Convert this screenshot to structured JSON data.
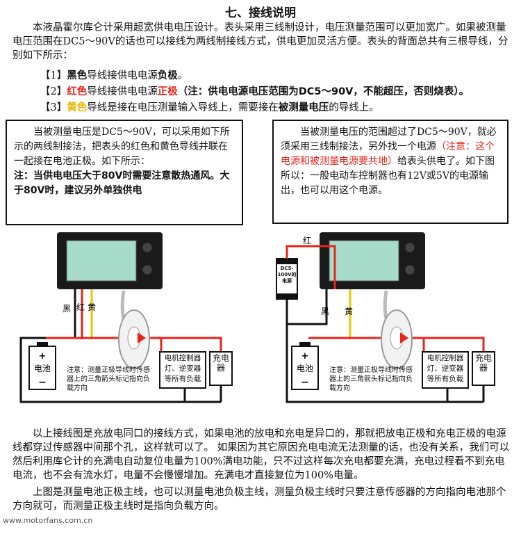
{
  "title": "七、接线说明",
  "intro": "本液晶霍尔库仑计采用超宽供电电压设计。表头采用三线制设计，电压测量范围可以更加宽广。如果被测量电压范围在DC5～90V的话也可以接线为两线制接线方式，供电更加灵活方便。表头的背面总共有三根导线，分别如下所示：",
  "wires": [
    {
      "pre": "【1】",
      "color": "黑色",
      "mid": "导线接供电电源",
      "bold": "负极",
      "post": "。",
      "note": ""
    },
    {
      "pre": "【2】",
      "color": "红色",
      "mid": "导线接供电电源",
      "bold": "正极",
      "post": "",
      "note": "（注：供电电源电压范围为DC5～90V，不能超压，否则烧表）。"
    },
    {
      "pre": "【3】",
      "color": "黄色",
      "mid": "导线是接在电压测量输入导线上，需要接在",
      "bold": "被测量电压",
      "post": "的导线上。",
      "note": ""
    }
  ],
  "left_box": {
    "text": "当被测量电压是DC5～90V，可以采用如下所示的两线制接法，把表头的红色和黄色导线并联在一起接在电池正极。如下所示：",
    "bold": "注：当供电电压大于80V时需要注意散热通风。大于80V时，建议另外单独供电"
  },
  "right_box": {
    "text1": "当被测量电压的范围超过了DC5～90V，就必须采用三线制接法，另外找一个电源",
    "note": "（注意：这个电源和被测量电源要共地）",
    "text2": "给表头供电了。如下图所以：一般电动车控制器也有12V或5V的电源输出，也可以用这个电源。"
  },
  "diagram": {
    "wire_black": "黑",
    "wire_red": "红",
    "wire_yellow": "黄",
    "battery": "电池",
    "controller": "电机控制器灯、逆变器等所有负载",
    "charger": "充电器",
    "sensor_note": "注意：测量正极导线时传感器上的三角箭头标记指向负载方向",
    "psu": "DC5-100V的电源"
  },
  "bottom": {
    "p1": "以上接线图是充放电同口的接线方式，如果电池的放电和充电是异口的，那就把放电正极和充电正极的电源线都穿过传感器中间那个孔，这样就可以了。 如果因为其它原因充电电流无法测量的话，也没有关系，我们可以然后利用库仑计的充满电自动复位电量为100%满电功能，只不过这样每次充电都要充满，充电过程看不到充电电流，也不会有流水灯，电量不会慢慢增加。充满电才直接复位为100%电量。",
    "p2": "上图是测量电池正极主线，也可以测量电池负极主线，测量负极主线时只要注意传感器的方向指向电池那个方向就可，而测量正极主线时是指向负载方向。"
  },
  "footer": "www.motorfans.com.cn",
  "colors": {
    "red": "#e8241b",
    "yellow": "#f0c400",
    "lcd": "#9fd8c8"
  }
}
